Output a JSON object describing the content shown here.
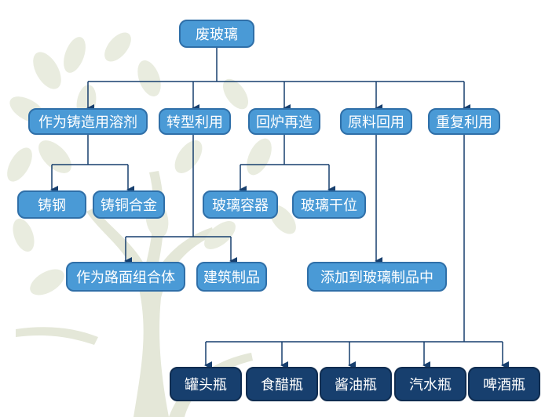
{
  "root": {
    "label": "废玻璃"
  },
  "level1": [
    {
      "label": "作为铸造用溶剂"
    },
    {
      "label": "转型利用"
    },
    {
      "label": "回炉再造"
    },
    {
      "label": "原料回用"
    },
    {
      "label": "重复利用"
    }
  ],
  "casting": [
    {
      "label": "铸钢"
    },
    {
      "label": "铸铜合金"
    }
  ],
  "transform": [
    {
      "label": "作为路面组合体"
    },
    {
      "label": "建筑制品"
    }
  ],
  "remelt": [
    {
      "label": "玻璃容器"
    },
    {
      "label": "玻璃干位"
    }
  ],
  "raw": [
    {
      "label": "添加到玻璃制品中"
    }
  ],
  "reuse": [
    {
      "label": "罐头瓶"
    },
    {
      "label": "食醋瓶"
    },
    {
      "label": "酱油瓶"
    },
    {
      "label": "汽水瓶"
    },
    {
      "label": "啤酒瓶"
    }
  ],
  "colors": {
    "node_light": "#4a9ad6",
    "node_dark": "#173f6e",
    "connector": "#173f6e",
    "tree": "#e3e6d6"
  }
}
